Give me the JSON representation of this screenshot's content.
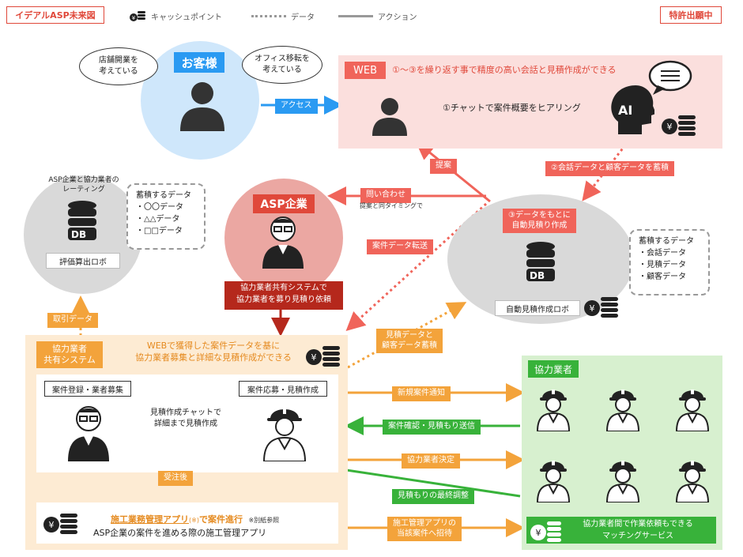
{
  "header": {
    "title": "イデアルASP未来図",
    "legend_cash": "キャッシュポイント",
    "legend_data": "データ",
    "legend_action": "アクション",
    "patent": "特許出願中"
  },
  "customer": {
    "label": "お客様",
    "bubble_left": "店舗開業を\n考えている",
    "bubble_right": "オフィス移転を\n考えている",
    "access": "アクセス"
  },
  "web": {
    "label": "WEB",
    "headline": "①〜③を繰り返す事で精度の高い会話と見積作成ができる",
    "chat": "①チャットで案件概要をヒアリング",
    "ai": "AI"
  },
  "left_db": {
    "caption": "ASP企業と協力業者の\nレーティング",
    "db": "DB",
    "robot": "評価算出ロボ",
    "stored_title": "蓄積するデータ",
    "stored": [
      "・〇〇データ",
      "・△△データ",
      "・□□データ"
    ]
  },
  "asp": {
    "label": "ASP企業",
    "caption": "協力業者共有システムで\n協力業者を募り見積り依頼"
  },
  "right_db": {
    "auto": "③データをもとに\n自動見積り作成",
    "db": "DB",
    "robot": "自動見積作成ロボ",
    "stored_title": "蓄積するデータ",
    "stored": [
      "・会話データ",
      "・見積データ",
      "・顧客データ"
    ]
  },
  "arrows": {
    "proposal": "提案",
    "inquiry": "問い合わせ",
    "inquiry_note": "提案と同タイミングで",
    "transfer": "案件データ転送",
    "store_conv": "②会話データと顧客データを蓄積",
    "trade": "取引データ",
    "estimate_store": "見積データと\n顧客データ蓄積",
    "new_case": "新規案件通知",
    "confirm": "案件確認・見積もり送信",
    "decide": "協力業者決定",
    "final": "見積もりの最終調整",
    "invite": "施工管理アプリの\n当該案件へ招待",
    "after_order": "受注後"
  },
  "share": {
    "label": "協力業者\n共有システム",
    "headline": "WEBで獲得した案件データを基に\n協力業者募集と詳細な見積作成ができる",
    "reg": "案件登録・業者募集",
    "apply": "案件応募・見積作成",
    "chat": "見積作成チャットで\n詳細まで見積作成",
    "app_title": "施工業務管理アプリ",
    "app_mark": "(※)",
    "app_suffix": "で案件進行",
    "app_note": "※別紙参照",
    "app_desc": "ASP企業の案件を進める際の施工管理アプリ"
  },
  "partners": {
    "label": "協力業者",
    "matching": "協力業者間で作業依頼もできる\nマッチングサービス"
  },
  "colors": {
    "red": "#f0645a",
    "blue": "#2a9af2",
    "orange": "#f3a33b",
    "green": "#38b23a"
  }
}
